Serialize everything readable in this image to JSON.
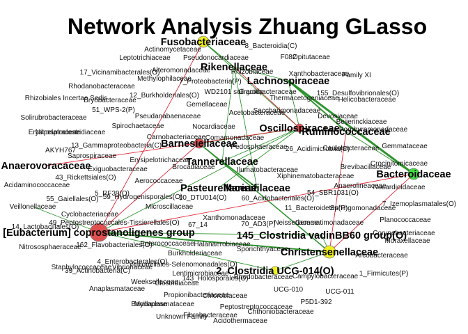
{
  "title": "Network Analysis Zhuang GLasso",
  "colors": {
    "edge_positive": "#1a8a1a",
    "edge_negative": "#e01020",
    "node_firmicutes": "#e05050",
    "node_fusobacteria": "#f0f020",
    "node_bacteroidetes": "#40e040",
    "node_border": "#777777"
  },
  "nodes": [
    {
      "name": "Fusobacteriaceae",
      "big": true,
      "color": "yellow"
    },
    {
      "name": "Rikenellaceae",
      "big": true
    },
    {
      "name": "Lachnospiraceae",
      "big": true
    },
    {
      "name": "Oscillospiraceae",
      "big": true
    },
    {
      "name": "Ruminococcaceae",
      "big": true
    },
    {
      "name": "Barnesiellaceae",
      "big": true
    },
    {
      "name": "Anaerovoracaceae",
      "big": true
    },
    {
      "name": "Tannerellaceae",
      "big": true
    },
    {
      "name": "Bacteroidaceae",
      "big": true
    },
    {
      "name": "Pasteurellaceae",
      "big": true
    },
    {
      "name": "Marinifilaceae",
      "big": true
    },
    {
      "name": "Veillonellaceae",
      "big": false
    },
    {
      "name": "[Eubacterium] coprostanoligenes group",
      "big": true,
      "color": "red"
    },
    {
      "name": "145_Clostridia vadinBB60 group(O)",
      "big": true
    },
    {
      "name": "Christensenellaceae",
      "big": true,
      "color": "yellow"
    },
    {
      "name": "2_Clostridia UCG-014(O)",
      "big": true,
      "color": "yellow"
    },
    {
      "name": "Actinomycetaceae"
    },
    {
      "name": "Leptotrichiaceae"
    },
    {
      "name": "Pseudonocardiaceae"
    },
    {
      "name": "8_Bacteroidia(C)"
    },
    {
      "name": "F082"
    },
    {
      "name": "Opitutaceae"
    },
    {
      "name": "17_Vicinamibacterales(O)"
    },
    {
      "name": "Alteromonadaceae"
    },
    {
      "name": "Rhizobiaceae"
    },
    {
      "name": "Xanthobacteraceae"
    },
    {
      "name": "Family XI"
    },
    {
      "name": "Methylophilaceae"
    },
    {
      "name": "Rhodanobacteraceae"
    },
    {
      "name": "7_Proteobacteria(P)"
    },
    {
      "name": "Rhizobiales Incertae Sedis"
    },
    {
      "name": "12_Burkholderiales(O)"
    },
    {
      "name": "Bryobacteraceae"
    },
    {
      "name": "WD2101 soil group"
    },
    {
      "name": "Gracilibacteraceae"
    },
    {
      "name": "155_Desulfovibrionales(O)"
    },
    {
      "name": "Thermacetogeniaceae"
    },
    {
      "name": "Helicobacteraceae"
    },
    {
      "name": "51_WPS-2(P)"
    },
    {
      "name": "Gemellaceae"
    },
    {
      "name": "Solirubrobacteraceae"
    },
    {
      "name": "Pseudanabaenaceae"
    },
    {
      "name": "Acetobacteraceae"
    },
    {
      "name": "Saccharimonadaceae"
    },
    {
      "name": "Devosiaceae"
    },
    {
      "name": "Spirochaetaceae"
    },
    {
      "name": "Nitrospiraceae"
    },
    {
      "name": "Erysipelatoclostridiaceae"
    },
    {
      "name": "Nocardiaceae"
    },
    {
      "name": "Beijerinckiaceae"
    },
    {
      "name": "Porphyromonadaceae"
    },
    {
      "name": "Comamonadaceae"
    },
    {
      "name": "Carnobacteriaceae"
    },
    {
      "name": "13_Gammaproteobacteria(C)"
    },
    {
      "name": "Pedosphaeraceae"
    },
    {
      "name": "26_Acidimicrobiia(C)"
    },
    {
      "name": "Caulobacteraceae"
    },
    {
      "name": "Gemmataceae"
    },
    {
      "name": "AKYH767"
    },
    {
      "name": "Saprospiraceae"
    },
    {
      "name": "Crocinitomicaceae"
    },
    {
      "name": "Exiguobacteraceae"
    },
    {
      "name": "Erysipelotrichaceae"
    },
    {
      "name": "Brocadiaceae"
    },
    {
      "name": "Ilumatobacteraceae"
    },
    {
      "name": "Brevibacillaceae"
    },
    {
      "name": "Acidaminococcaceae"
    },
    {
      "name": "43_Rickettsiales(O)"
    },
    {
      "name": "Xiphinematobacteraceae"
    },
    {
      "name": "Anaerolineaceae"
    },
    {
      "name": "Nocardioidaceae"
    },
    {
      "name": "Aerococcaceae"
    },
    {
      "name": "5_RF39(O)"
    },
    {
      "name": "54_SBR1031(O)"
    },
    {
      "name": "55_Gaiellales(O)"
    },
    {
      "name": "59_Hydrogenisporales(O)"
    },
    {
      "name": "10_DTU014(O)"
    },
    {
      "name": "60_Acidobacteriales(O)"
    },
    {
      "name": "7_Izemoplasmatales(O)"
    },
    {
      "name": "Microscillaceae"
    },
    {
      "name": "11_Bacteroidetes(P)"
    },
    {
      "name": "Sphingomonadaceae"
    },
    {
      "name": "Cyclobacteriaceae"
    },
    {
      "name": "Xanthomonadaceae"
    },
    {
      "name": "Gemmatimonadaceae"
    },
    {
      "name": "Planococcaceae"
    },
    {
      "name": "14_Lactobacillales(O)"
    },
    {
      "name": "49_Peptostreptococcales-Tissierellales(O)"
    },
    {
      "name": "67_14"
    },
    {
      "name": "70_AD3(P)"
    },
    {
      "name": "Neisseriaceae"
    },
    {
      "name": "Corynebacteriaceae"
    },
    {
      "name": "Moraxellaceae"
    },
    {
      "name": "Nitrososphaeraceae"
    },
    {
      "name": "162_Flavobacteriales(O)"
    },
    {
      "name": "Enterococcaceae"
    },
    {
      "name": "Halanaerobiaceae"
    },
    {
      "name": "Sporichthyaceae"
    },
    {
      "name": "Arcobacteraceae"
    },
    {
      "name": "Burkholderiaceae"
    },
    {
      "name": "4_Enterobacterales(O)"
    },
    {
      "name": "Staphylococcaceae"
    },
    {
      "name": "Vibrionaceae"
    },
    {
      "name": "Veillonellales-Selenomonadales(O)"
    },
    {
      "name": "39_Actinobacteria(C)"
    },
    {
      "name": "Lentimicrobiaceae"
    },
    {
      "name": "Anaplasmataceae"
    },
    {
      "name": "Weeksellaceae"
    },
    {
      "name": "Clostridiaceae"
    },
    {
      "name": "143_Holosporales(O)"
    },
    {
      "name": "Rhodobacteraceae"
    },
    {
      "name": "Campylobacteraceae"
    },
    {
      "name": "1_Firmicutes(P)"
    },
    {
      "name": "UCG-010"
    },
    {
      "name": "UCG-011"
    },
    {
      "name": "Propionibacteriaceae"
    },
    {
      "name": "Chlorobiaceae"
    },
    {
      "name": "P5D1-392"
    },
    {
      "name": "Bacillaceae"
    },
    {
      "name": "Mycoplasmataceae"
    },
    {
      "name": "Peptostreptococcaceae"
    },
    {
      "name": "Chthoniobacteraceae"
    },
    {
      "name": "Unknown Family"
    },
    {
      "name": "Fibrobacteraceae"
    },
    {
      "name": "Acidothermaceae"
    }
  ],
  "edges": [
    {
      "from": "Lachnospiraceae",
      "to": "Bacteroidaceae",
      "sign": "positive"
    },
    {
      "from": "Lachnospiraceae",
      "to": "Ruminococcaceae",
      "sign": "positive"
    },
    {
      "from": "Lachnospiraceae",
      "to": "Oscillospiraceae",
      "sign": "positive"
    },
    {
      "from": "Rikenellaceae",
      "to": "Lachnospiraceae",
      "sign": "positive"
    },
    {
      "from": "Rikenellaceae",
      "to": "Fusobacteriaceae",
      "sign": "positive"
    },
    {
      "from": "Rikenellaceae",
      "to": "Tannerellaceae",
      "sign": "positive"
    },
    {
      "from": "Rikenellaceae",
      "to": "Marinifilaceae",
      "sign": "positive"
    },
    {
      "from": "Fusobacteriaceae",
      "to": "Oscillospiraceae",
      "sign": "positive"
    },
    {
      "from": "Fusobacteriaceae",
      "to": "Rikenellaceae",
      "sign": "positive"
    },
    {
      "from": "Oscillospiraceae",
      "to": "Barnesiellaceae",
      "sign": "positive"
    },
    {
      "from": "Oscillospiraceae",
      "to": "Tannerellaceae",
      "sign": "positive"
    },
    {
      "from": "Oscillospiraceae",
      "to": "Pasteurellaceae",
      "sign": "positive"
    },
    {
      "from": "Ruminococcaceae",
      "to": "Bacteroidaceae",
      "sign": "positive"
    },
    {
      "from": "Barnesiellaceae",
      "to": "Tannerellaceae",
      "sign": "positive"
    },
    {
      "from": "Barnesiellaceae",
      "to": "Christensenellaceae",
      "sign": "positive"
    },
    {
      "from": "Tannerellaceae",
      "to": "Marinifilaceae",
      "sign": "positive"
    },
    {
      "from": "[Eubacterium] coprostanoligenes group",
      "to": "Christensenellaceae",
      "sign": "positive"
    },
    {
      "from": "[Eubacterium] coprostanoligenes group",
      "to": "2_Clostridia UCG-014(O)",
      "sign": "positive"
    },
    {
      "from": "[Eubacterium] coprostanoligenes group",
      "to": "145_Clostridia vadinBB60 group(O)",
      "sign": "positive"
    },
    {
      "from": "[Eubacterium] coprostanoligenes group",
      "to": "Oscillospiraceae",
      "sign": "positive"
    },
    {
      "from": "Christensenellaceae",
      "to": "2_Clostridia UCG-014(O)",
      "sign": "positive"
    },
    {
      "from": "Christensenellaceae",
      "to": "145_Clostridia vadinBB60 group(O)",
      "sign": "positive"
    },
    {
      "from": "Veillonellaceae",
      "to": "[Eubacterium] coprostanoligenes group",
      "sign": "positive"
    },
    {
      "from": "[Eubacterium] coprostanoligenes group",
      "to": "Bacteroidaceae",
      "sign": "negative"
    },
    {
      "from": "[Eubacterium] coprostanoligenes group",
      "to": "Barnesiellaceae",
      "sign": "negative"
    },
    {
      "from": "Bacteroidaceae",
      "to": "Christensenellaceae",
      "sign": "negative"
    },
    {
      "from": "Oscillospiraceae",
      "to": "Anaerovoracaceae",
      "sign": "negative"
    },
    {
      "from": "Fusobacteriaceae",
      "to": "[Eubacterium] coprostanoligenes group",
      "sign": "negative"
    },
    {
      "from": "Rikenellaceae",
      "to": "Oscillospiraceae",
      "sign": "negative"
    },
    {
      "from": "Ruminococcaceae",
      "to": "Christensenellaceae",
      "sign": "negative"
    }
  ]
}
